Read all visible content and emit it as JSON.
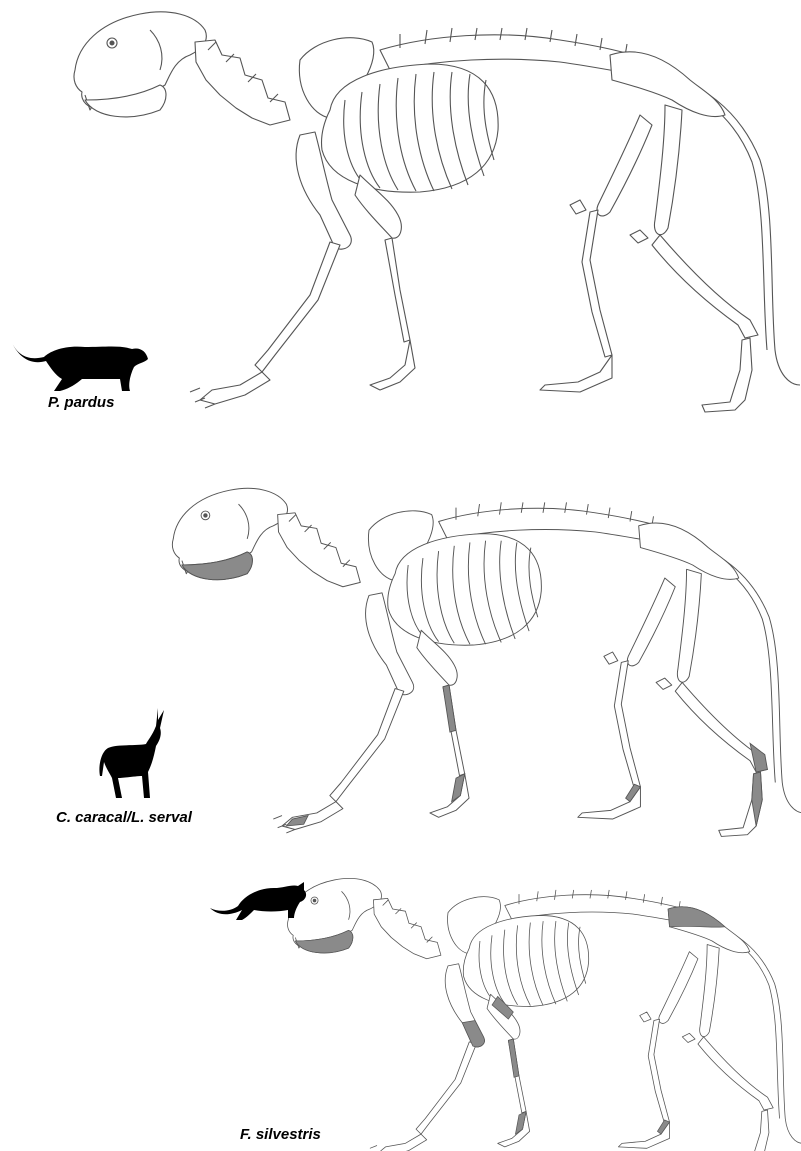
{
  "figure": {
    "panels": [
      {
        "id": "leopard",
        "label": "P. pardus",
        "silhouette_icon": "leopard-silhouette-icon",
        "highlighted_elements": []
      },
      {
        "id": "caracal-serval",
        "label": "C. caracal/L. serval",
        "silhouette_icon": "caracal-silhouette-icon",
        "highlighted_elements": [
          "mandible",
          "radius-ulna-distal",
          "metacarpals",
          "metatarsals",
          "tibia-distal"
        ]
      },
      {
        "id": "wildcat",
        "label": "F. silvestris",
        "silhouette_icon": "wildcat-silhouette-icon",
        "highlighted_elements": [
          "mandible",
          "pelvis",
          "humerus-distal",
          "radius-ulna",
          "metacarpals",
          "metatarsals"
        ]
      }
    ],
    "colors": {
      "outline": "#555555",
      "bone_fill": "#ffffff",
      "highlight": "#8a8a8a",
      "silhouette": "#000000"
    }
  }
}
